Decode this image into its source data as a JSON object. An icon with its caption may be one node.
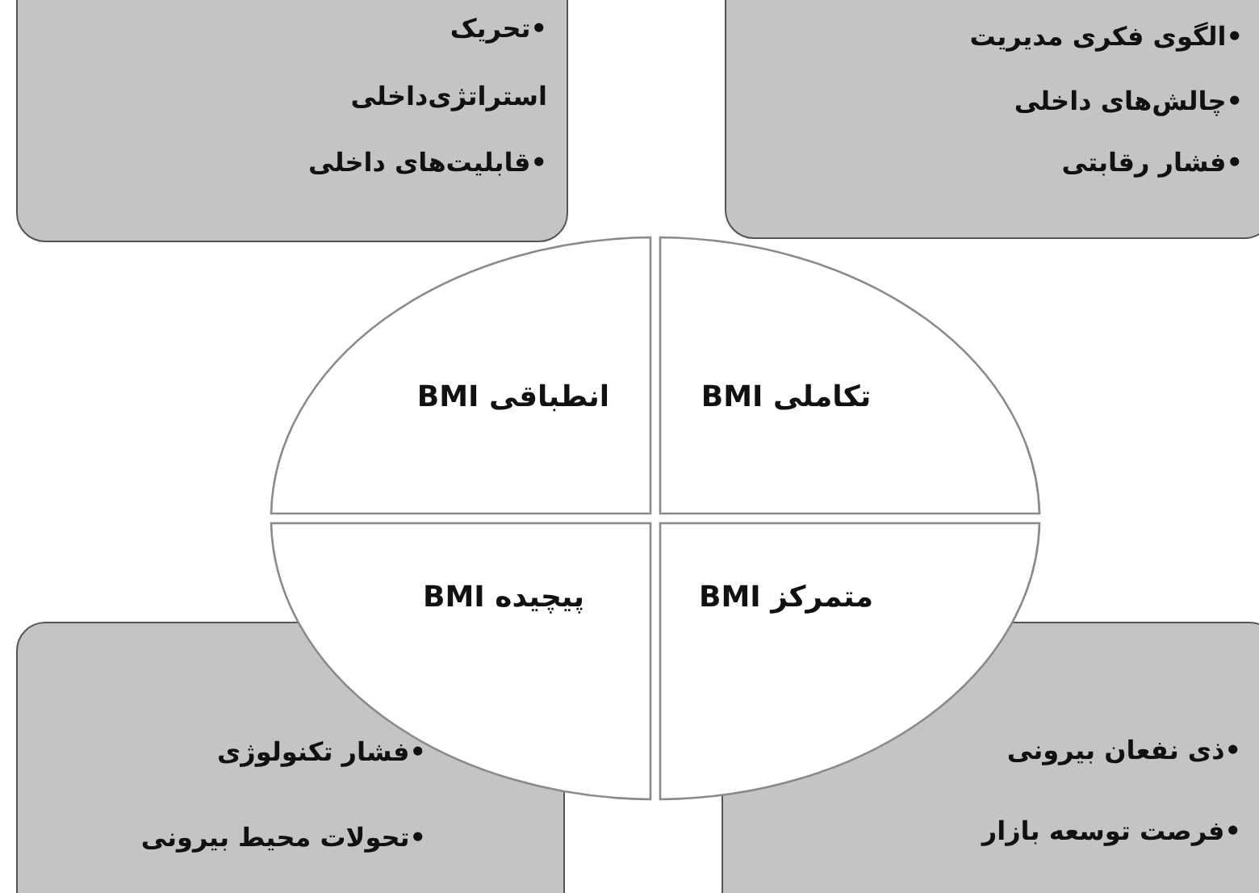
{
  "diagram": {
    "nodes": [
      {
        "text": [
          "•تحریک استراتژی‌داخلی",
          "•قابلیت‌های داخلی"
        ]
      },
      {
        "text": [
          "•الگوی فکری مدیریت",
          "•چالش‌های داخلی",
          "•فشار رقابتی"
        ]
      },
      {
        "text": [
          "BMI انطباقی"
        ]
      },
      {
        "text": [
          "BMI تکاملی"
        ]
      },
      {
        "text": [
          "BMI پیچیده"
        ]
      },
      {
        "text": [
          "BMI متمرکز"
        ]
      },
      {
        "text": [
          "•فشار تکنولوژی",
          "•تحولات محیط بیرونی"
        ]
      },
      {
        "text": [
          "•ذی نفعان بیرونی",
          "•فرصت توسعه بازار"
        ]
      }
    ]
  }
}
